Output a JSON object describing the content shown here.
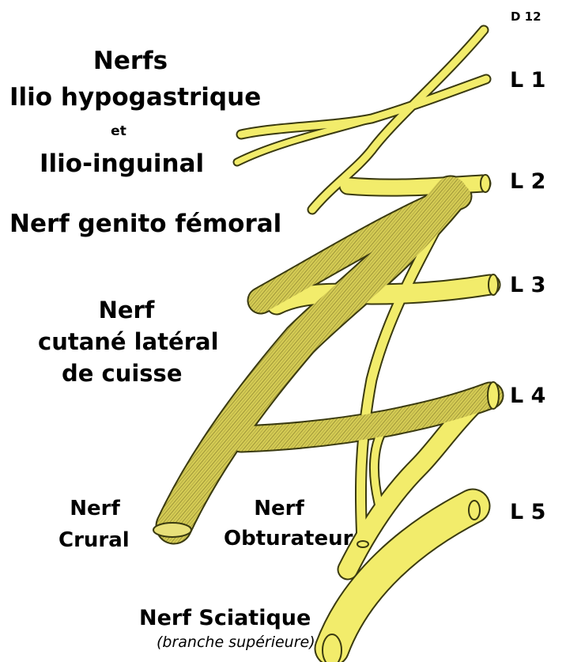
{
  "labels": {
    "ilio_title": "Nerfs",
    "ilio_hypo": "Ilio hypogastrique",
    "ilio_et": "et",
    "ilio_ing": "Ilio-inguinal",
    "genito": "Nerf genito fémoral",
    "cutane_1": "Nerf",
    "cutane_2": "cutané latéral",
    "cutane_3": "de cuisse",
    "crural_1": "Nerf",
    "crural_2": "Crural",
    "obturateur_1": "Nerf",
    "obturateur_2": "Obturateur",
    "sciatique": "Nerf Sciatique",
    "sciatique_sub": "(branche supérieure)"
  },
  "roots": {
    "d12": "D 12",
    "l1": "L 1",
    "l2": "L 2",
    "l3": "L 3",
    "l4": "L 4",
    "l5": "L 5"
  },
  "colors": {
    "nerve_fill": "#f2ec6b",
    "nerve_dark": "#c9c04a",
    "nerve_outline": "#3a3a10",
    "background": "#ffffff"
  }
}
